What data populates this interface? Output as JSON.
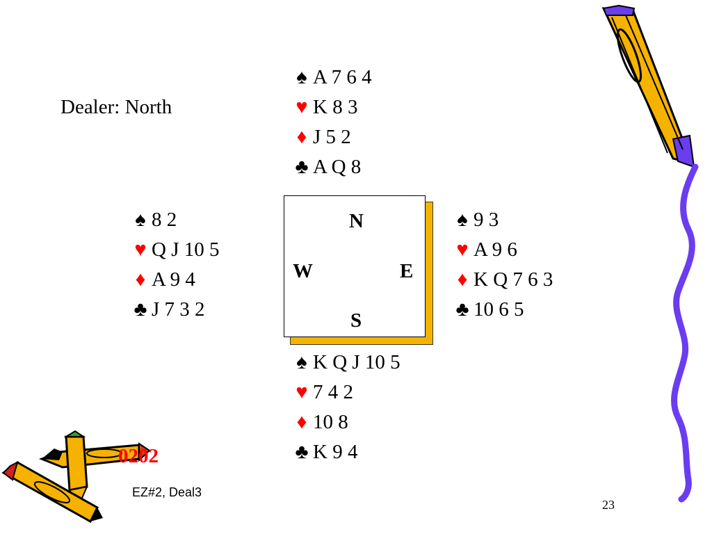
{
  "dealer_label": "Dealer: North",
  "compass": {
    "north": "N",
    "west": "W",
    "east": "E",
    "south": "S"
  },
  "suit_symbols": {
    "spades": "♠",
    "hearts": "♥",
    "diamonds": "♦",
    "clubs": "♣"
  },
  "suit_colors": {
    "spades": "#000000",
    "hearts": "#ff0000",
    "diamonds": "#ff0000",
    "clubs": "#000000"
  },
  "hands": {
    "north": {
      "spades": "A 7 6 4",
      "hearts": "K 8 3",
      "diamonds": "J 5 2",
      "clubs": "A Q 8"
    },
    "west": {
      "spades": "8 2",
      "hearts": "Q J 10 5",
      "diamonds": "A 9 4",
      "clubs": "J 7 3 2"
    },
    "east": {
      "spades": "9 3",
      "hearts": "A 9 6",
      "diamonds": "K Q 7 6 3",
      "clubs": "10 6 5"
    },
    "south": {
      "spades": "K Q J 10 5",
      "hearts": "7 4 2",
      "diamonds": "10 8",
      "clubs": "K 9 4"
    }
  },
  "deal_code": "0202",
  "footer_text": "EZ#2, Deal3",
  "page_number": "23",
  "decorations": [
    "pencil-icon",
    "pencils-icon",
    "wavy-line"
  ],
  "accent_color": "#f5b300",
  "wave_color": "#6a3df0"
}
